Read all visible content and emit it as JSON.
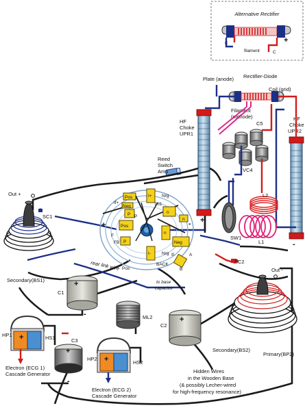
{
  "labels": {
    "alt_rectifier": "Alternative Rectifier",
    "filament_top": "filament",
    "c_left": "C",
    "c_right": "C",
    "plate": "Plate (anode)",
    "rectifier_diode": "Rectifier-Diode",
    "coil_grid": "Coil (grid)",
    "filament_l1": "Filament",
    "filament_l2": "(cathode)",
    "hf_right_1": "HF",
    "hf_right_2": "Choke",
    "hf_right_3": "UPR2",
    "hf_left_1": "HF",
    "hf_left_2": "Choke",
    "hf_left_3": "UPR1",
    "c5": "C5",
    "vc4": "VC4",
    "reed_1": "Reed",
    "reed_2": "Switch",
    "reed_3": "Amp",
    "l2": "L2",
    "l1": "L1",
    "sw1": "SW1",
    "out_plus": "Out +",
    "out_minus": "Out -",
    "sc1": "SC1",
    "sc2": "SC2",
    "secondary_bs1": "Secondary(BS1)",
    "secondary_bs2": "Secondary(BS2)",
    "primary_bp2": "Primary(BP2)",
    "c1": "C1",
    "c2": "C2",
    "c3": "C3",
    "ml2": "ML2",
    "rear_link": "rear link wire",
    "to_base_1": "to base",
    "to_base_2": "capacitor",
    "hp1": "HP1",
    "hs1": "HS1",
    "hp2": "HP2",
    "hs2": "HS2",
    "ecg1_1": "Electron (ECG 1)",
    "ecg1_2": "Cascade Generator",
    "ecg2_1": "Electron (ECG 2)",
    "ecg2_2": "Cascade Generator",
    "hidden_1": "Hidden Wires",
    "hidden_2": "in the Wooden Base",
    "hidden_3": "(& possibly Lecher-wired",
    "hidden_4": "for high-frequency resonance)",
    "ml1": "ml1",
    "f_label": "F",
    "a_label": "A",
    "b_label": "B",
    "fb_label": "FB",
    "back_label": "BACK"
  },
  "magnet_labels": {
    "pos": "Pos",
    "neg": "Neg",
    "p": "P",
    "n": "n",
    "if_plus": "If+",
    "if_minus": "If-",
    "i_plus": "I+",
    "i_minus": "I-",
    "nrg": "Nrg",
    "nrg2": "Nrg"
  },
  "polarity": {
    "plus": "+",
    "minus": "-"
  },
  "colors": {
    "wire_black": "#1a1a1a",
    "wire_navy": "#1c2f86",
    "wire_red": "#d11b1b",
    "wire_magenta": "#d42a8a",
    "magnet_yellow": "#f4d21c",
    "choke_blue": "#9cc4df",
    "cap_gray": "#c9c9c1",
    "tank_blue": "#4a8fd0",
    "tank_orange": "#f08a24"
  },
  "icons": [
    "coil-icon",
    "capacitor-icon",
    "diode-tube-icon",
    "choke-icon",
    "magnet-motor-icon",
    "reed-switch-icon",
    "cascade-generator-icon",
    "terminal-icon"
  ]
}
